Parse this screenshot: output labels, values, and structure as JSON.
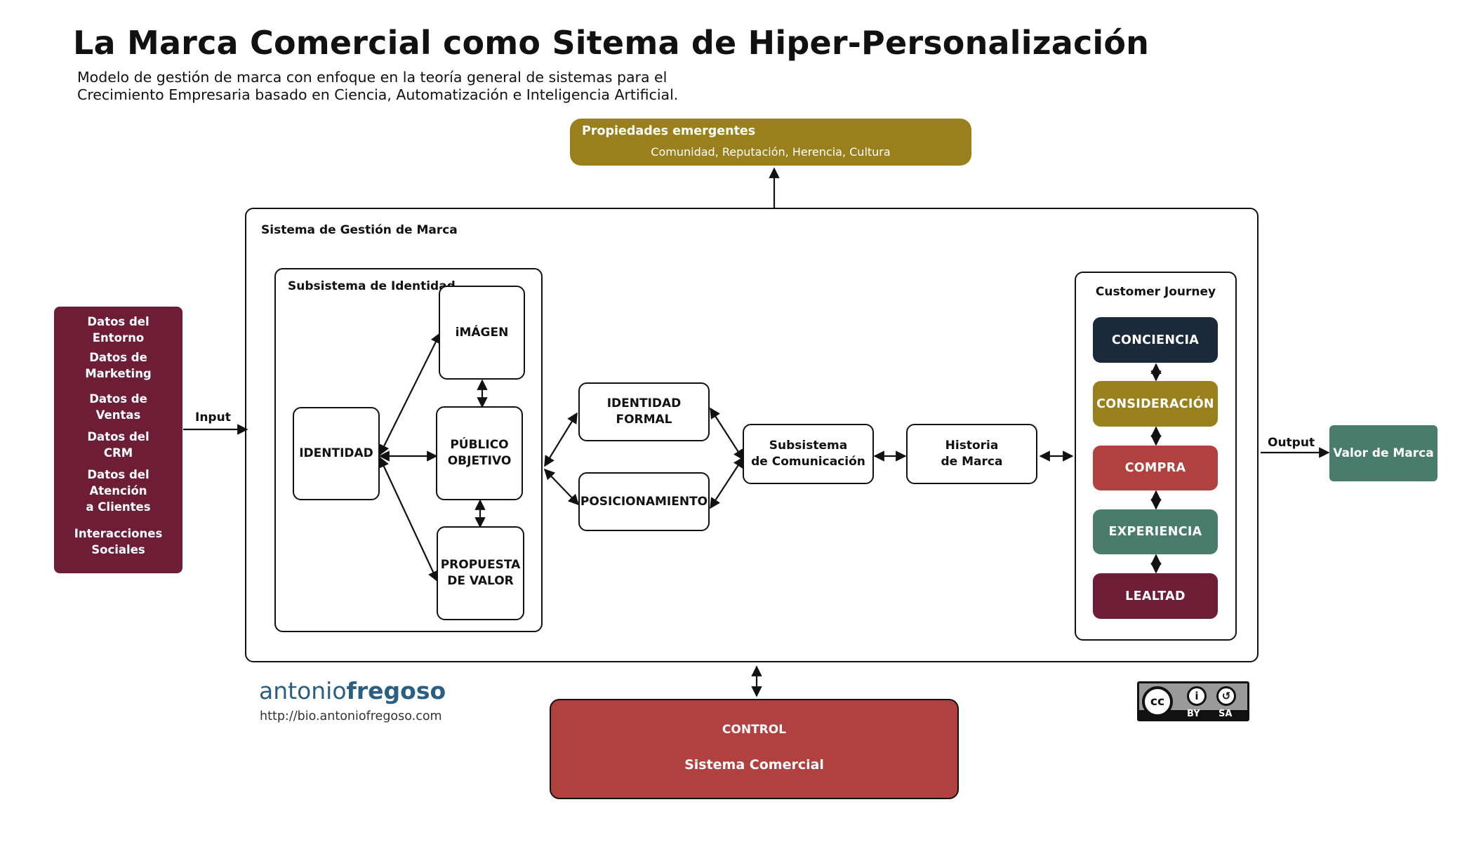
{
  "header": {
    "title": "La Marca Comercial como Sitema de Hiper-Personalización",
    "subtitle_line1": "Modelo de gestión de marca con enfoque en la teoría general de sistemas para el",
    "subtitle_line2": "Crecimiento Empresaria basado en Ciencia, Automatización e Inteligencia Artificial."
  },
  "emergent": {
    "title": "Propiedades emergentes",
    "items": "Comunidad, Reputación, Herencia, Cultura"
  },
  "inputs": {
    "items": [
      "Datos del\nEntorno",
      "Datos de\nMarketing",
      "Datos de\nVentas",
      "Datos del\nCRM",
      "Datos del\nAtención\na Clientes",
      "Interacciones\nSociales"
    ],
    "label": "Input"
  },
  "system": {
    "label": "Sistema de Gestión de Marca",
    "identity_subsystem": {
      "label": "Subsistema de Identidad",
      "identidad": "IDENTIDAD",
      "imagen": "iMÁGEN",
      "publico": "PÚBLICO\nOBJETIVO",
      "propuesta": "PROPUESTA\nDE VALOR"
    },
    "identidad_formal": "IDENTIDAD\nFORMAL",
    "posicionamiento": "POSICIONAMIENTO",
    "comunicacion": "Subsistema\nde Comunicación",
    "historia": "Historia\nde Marca",
    "journey": {
      "label": "Customer Journey",
      "stages": [
        {
          "label": "CONCIENCIA",
          "color": "#1b2a3b"
        },
        {
          "label": "CONSIDERACIÓN",
          "color": "#9a801d"
        },
        {
          "label": "COMPRA",
          "color": "#b0413e"
        },
        {
          "label": "EXPERIENCIA",
          "color": "#4a7c6b"
        },
        {
          "label": "LEALTAD",
          "color": "#6e1d36"
        }
      ]
    }
  },
  "output": {
    "label": "Output",
    "value": "Valor de Marca",
    "color": "#4a7c6b"
  },
  "control": {
    "title": "CONTROL",
    "subtitle": "Sistema Comercial"
  },
  "branding": {
    "first": "antonio",
    "last": "fregoso",
    "url": "http://bio.antoniofregoso.com"
  },
  "license": {
    "badge": "cc",
    "by": "BY",
    "sa": "SA"
  },
  "colors": {
    "input_bg": "#6e1d36",
    "emergent_bg": "#9a801d",
    "control_bg": "#b0413e"
  }
}
